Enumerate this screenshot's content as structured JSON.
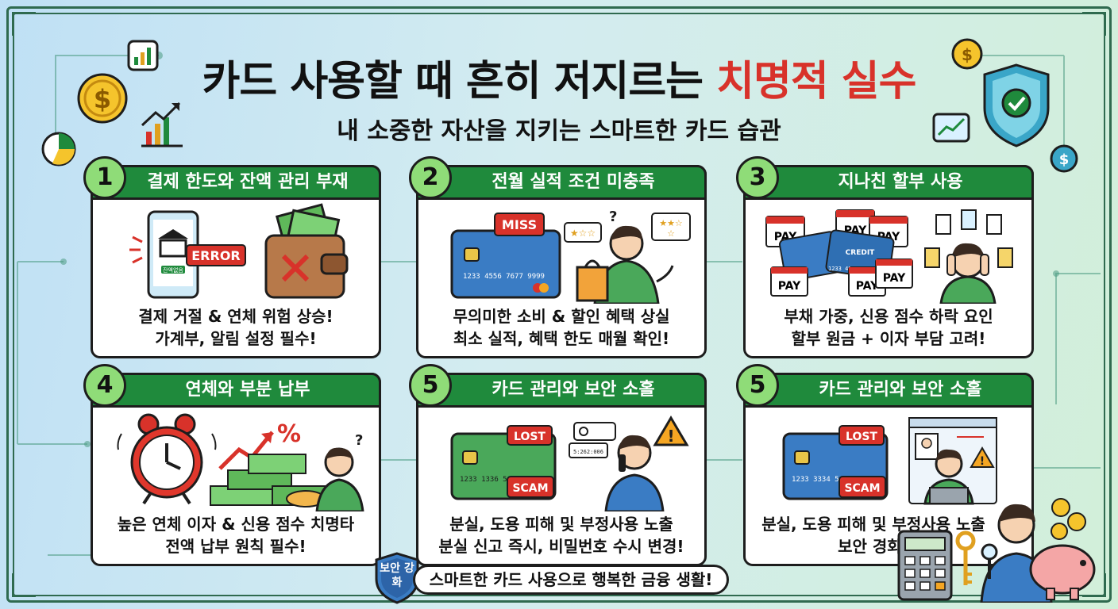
{
  "title": {
    "main": "카드 사용할 때 흔히 저지르는 ",
    "accent": "치명적 실수"
  },
  "subtitle": "내 소중한 자산을 지키는 스마트한 카드 습관",
  "colors": {
    "accent_red": "#d8322a",
    "header_green": "#1f8a3c",
    "badge_green": "#8fdc78",
    "frame": "#2f6a4f"
  },
  "cards": [
    {
      "number": "1",
      "heading": "결제 한도와 잔액 관리 부재",
      "lines": [
        "결제 거절 & 연체 위험 상승!",
        "가계부, 알림 설정 필수!"
      ],
      "tags": {
        "error": "ERROR",
        "phone_label": "잔액없음"
      },
      "icons": [
        "phone-bank-icon",
        "empty-wallet-icon"
      ]
    },
    {
      "number": "2",
      "heading": "전월 실적 조건 미충족",
      "lines": [
        "무의미한 소비 & 할인 혜택 상실",
        "최소 실적, 혜택 한도 매월 확인!"
      ],
      "tags": {
        "miss": "MISS",
        "card_number": "1233 4556 7677 9999"
      },
      "icons": [
        "credit-card-icon",
        "confused-shopper-icon"
      ]
    },
    {
      "number": "3",
      "heading": "지나친 할부 사용",
      "lines": [
        "부채 가중, 신용 점수 하락 요인",
        "할부 원금 + 이자 부담 고려!"
      ],
      "tags": {
        "pay": "PAY",
        "credit": "CREDIT",
        "card_number": "1233 4556 9822"
      },
      "icons": [
        "calendar-pay-icon",
        "stressed-person-icon"
      ]
    },
    {
      "number": "4",
      "heading": "연체와 부분 납부",
      "lines": [
        "높은 연체 이자 & 신용 점수 치명타",
        "전액 납부 원칙 필수!"
      ],
      "tags": {
        "percent": "%"
      },
      "icons": [
        "alarm-clock-icon",
        "money-stack-icon"
      ]
    },
    {
      "number": "5",
      "heading": "카드 관리와 보안 소홀",
      "lines": [
        "분실, 도용 피해 및 부정사용 노출",
        "분실 신고 즉시, 비밀번호 수시 변경!"
      ],
      "tags": {
        "lost": "LOST",
        "scam": "SCAM",
        "card_number": "1233 1336 5657 9990",
        "bubble": "5:262:006"
      },
      "icons": [
        "green-card-icon",
        "phone-call-icon"
      ]
    },
    {
      "number": "5",
      "heading": "카드 관리와 보안 소홀",
      "lines": [
        "분실, 도용 피해 및 부정사용 노출",
        "보안 경화!"
      ],
      "tags": {
        "lost": "LOST",
        "scam": "SCAM",
        "card_number": "1233 3334 5667 9999"
      },
      "icons": [
        "blue-card-icon",
        "laptop-user-icon"
      ]
    }
  ],
  "footer": {
    "shield_text": "보안 강화",
    "banner": "스마트한 카드 사용으로 행복한 금융 생활!"
  }
}
